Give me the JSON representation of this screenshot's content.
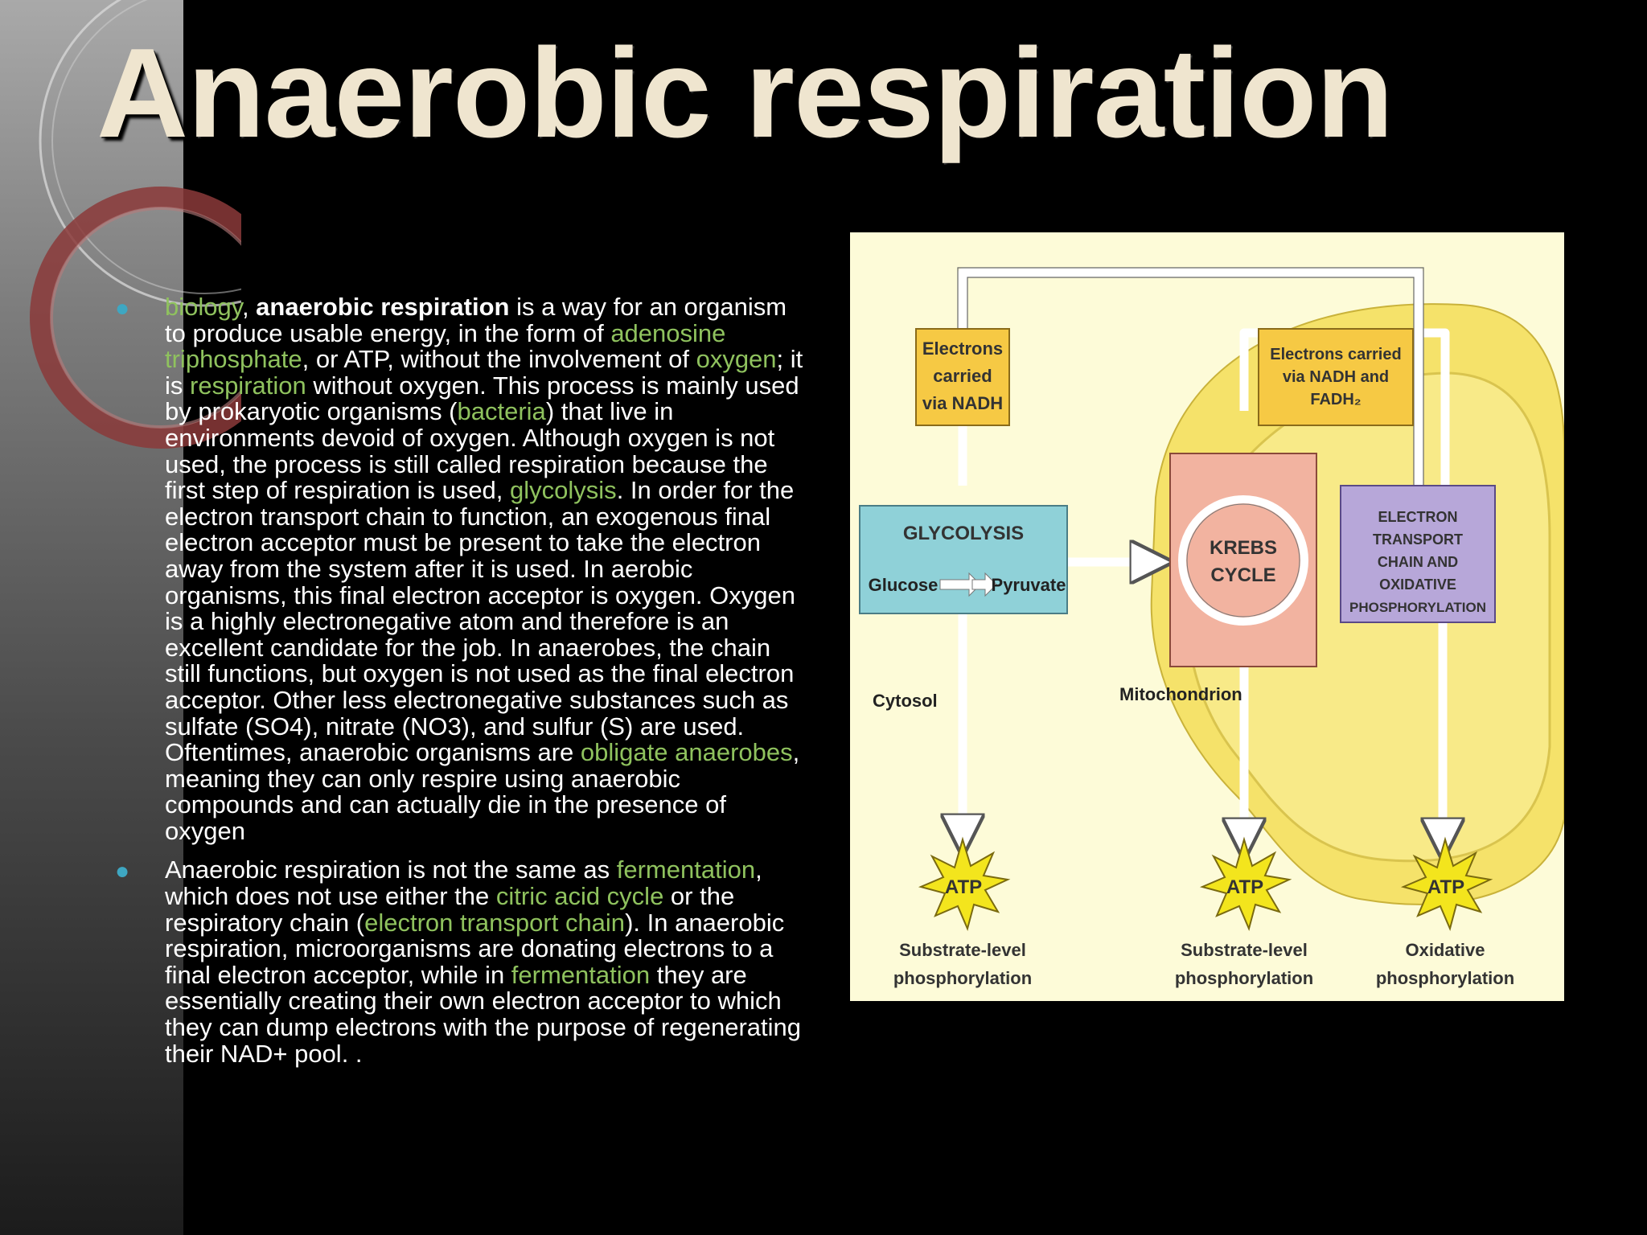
{
  "slide": {
    "title": "Anaerobic respiration",
    "colors": {
      "background": "#000000",
      "title": "#efe5cf",
      "link": "#8fc25e",
      "bullet": "#3ea7c2"
    },
    "paragraphs": [
      {
        "segments": [
          {
            "text": " biology",
            "style": "link"
          },
          {
            "text": ", ",
            "style": "normal"
          },
          {
            "text": "anaerobic respiration",
            "style": "bold"
          },
          {
            "text": " is a way for an organism to produce usable energy, in the form of ",
            "style": "normal"
          },
          {
            "text": "adenosine triphosphate",
            "style": "link"
          },
          {
            "text": ", or ATP, without the involvement of ",
            "style": "normal"
          },
          {
            "text": "oxygen",
            "style": "link"
          },
          {
            "text": "; it is ",
            "style": "normal"
          },
          {
            "text": "respiration",
            "style": "link"
          },
          {
            "text": " without oxygen. This process is mainly used by prokaryotic organisms (",
            "style": "normal"
          },
          {
            "text": "bacteria",
            "style": "link"
          },
          {
            "text": ") that live in environments devoid of oxygen. Although oxygen is not used, the process is still called respiration because the first step of respiration is used, ",
            "style": "normal"
          },
          {
            "text": "glycolysis",
            "style": "link"
          },
          {
            "text": ". In order for the electron transport chain to function, an exogenous final electron acceptor must be present to take the electron away from the system after it is used. In aerobic organisms, this final electron acceptor is oxygen. Oxygen is a highly electronegative atom and therefore is an excellent candidate for the job. In anaerobes, the chain still functions, but oxygen is not used as the final electron acceptor. Other less electronegative substances such as sulfate (SO4), nitrate (NO3), and sulfur (S) are used. Oftentimes, anaerobic organisms are ",
            "style": "normal"
          },
          {
            "text": "obligate anaerobes",
            "style": "link"
          },
          {
            "text": ", meaning they can only respire using anaerobic compounds and can actually die in the presence of oxygen",
            "style": "normal"
          }
        ]
      },
      {
        "segments": [
          {
            "text": "Anaerobic respiration is not the same as ",
            "style": "normal"
          },
          {
            "text": "fermentation",
            "style": "link"
          },
          {
            "text": ", which does not use either the ",
            "style": "normal"
          },
          {
            "text": "citric acid cycle",
            "style": "link"
          },
          {
            "text": " or the respiratory chain (",
            "style": "normal"
          },
          {
            "text": "electron transport chain",
            "style": "link"
          },
          {
            "text": "). In anaerobic respiration, microorganisms are donating electrons to a final electron acceptor, while in ",
            "style": "normal"
          },
          {
            "text": "fermentation",
            "style": "link"
          },
          {
            "text": " they are essentially creating their own electron acceptor to which they can dump electrons with the purpose of regenerating their NAD+ pool. .",
            "style": "normal"
          }
        ]
      }
    ],
    "diagram": {
      "electrons_nadh": [
        "Electrons",
        "carried",
        "via NADH"
      ],
      "electrons_nadh_fadh": [
        "Electrons carried",
        "via NADH and",
        "FADH₂"
      ],
      "glycolysis": "GLYCOLYSIS",
      "glucose": "Glucose",
      "pyruvate": "Pyruvate",
      "krebs": [
        "KREBS",
        "CYCLE"
      ],
      "etc": [
        "ELECTRON",
        "TRANSPORT",
        "CHAIN AND",
        "OXIDATIVE",
        "PHOSPHORYLATION"
      ],
      "cytosol": "Cytosol",
      "mitochondrion": "Mitochondrion",
      "atp": "ATP",
      "substrate_level": [
        "Substrate-level",
        "phosphorylation"
      ],
      "oxidative": [
        "Oxidative",
        "phosphorylation"
      ]
    }
  }
}
